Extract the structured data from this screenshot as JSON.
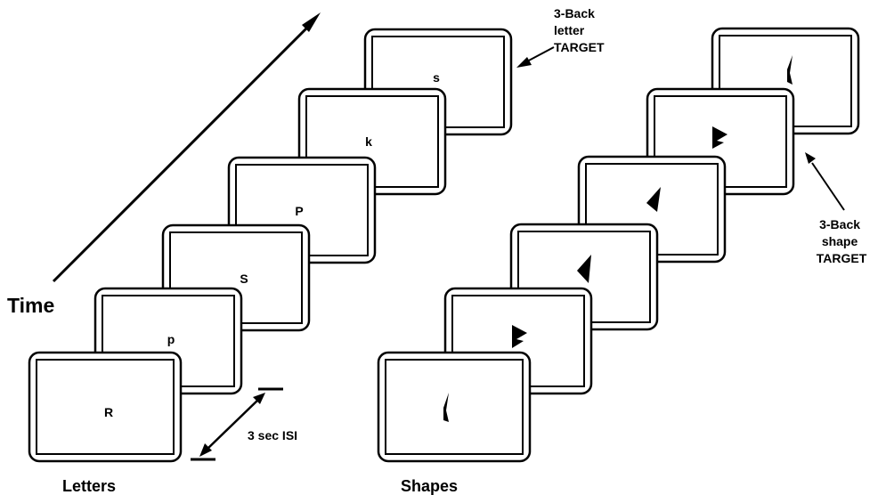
{
  "labels": {
    "time": "Time",
    "letters": "Letters",
    "shapes": "Shapes",
    "isi": "3 sec ISI"
  },
  "annotations": {
    "letter_target": [
      "3-Back",
      "letter",
      "TARGET"
    ],
    "shape_target": [
      "3-Back",
      "shape",
      "TARGET"
    ]
  },
  "letter_sequence": [
    "R",
    "p",
    "S",
    "P",
    "k",
    "s"
  ],
  "shape_sequence": [
    "sliver",
    "flag",
    "wedge",
    "wedge",
    "flag",
    "sliver"
  ],
  "colors": {
    "ink": "#000000",
    "background": "#ffffff"
  }
}
